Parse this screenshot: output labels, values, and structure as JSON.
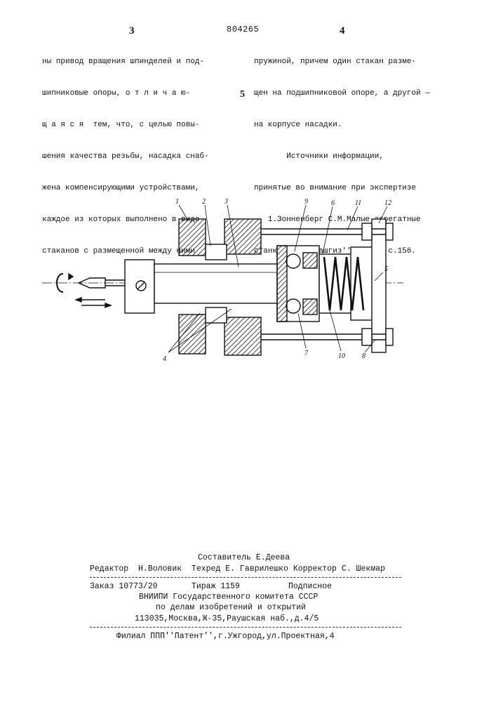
{
  "header": {
    "page_left": "3",
    "patent_number": "804265",
    "page_right": "4"
  },
  "left_column": {
    "lines": [
      "ны привод вращения шпинделей и под-",
      "шипниковые опоры, о т л и ч а ю-",
      "щ а я с я  тем, что, с целью повы-",
      "шения качества резьбы, насадка снаб-",
      "жена компенсирующими устройствами,",
      "каждое из которых выполнено в виде",
      "стаканов с размещенной между ними"
    ]
  },
  "right_column": {
    "lines": [
      "пружиной, причем один стакан разме-",
      "щен на подшипниковой опоре, а другой —",
      "на корпусе насадки.",
      "       Источники информации,",
      "принятые во внимание при экспертизе",
      "   1.Зонненберг С.М.Малые агрегатные",
      "станки.М., ''Машгиз'', 1964, с.156."
    ]
  },
  "line_marker": "5",
  "figure": {
    "labels": {
      "l1": "1",
      "l2": "2",
      "l3": "3",
      "l9": "9",
      "l6": "6",
      "l11": "11",
      "l12": "12",
      "l5": "5",
      "l4": "4",
      "l7": "7",
      "l10": "10",
      "l8": "8"
    }
  },
  "imprint": {
    "composer": "Составитель Е.Деева",
    "editors_line": "Редактор  Н.Воловик  Техред Е. Гаврилешко Корректор С. Шекмар",
    "order_line": "Заказ 10773/20       Тираж 1159          Подписное",
    "org_line1": "ВНИИПИ Государственного комитета СССР",
    "org_line2": "по делам изобретений и открытий",
    "address": "113035,Москва,Ж-35,Раушская наб.,д.4/5",
    "branch": "Филиал ППП''Патент'',г.Ужгород,ул.Проектная,4"
  }
}
